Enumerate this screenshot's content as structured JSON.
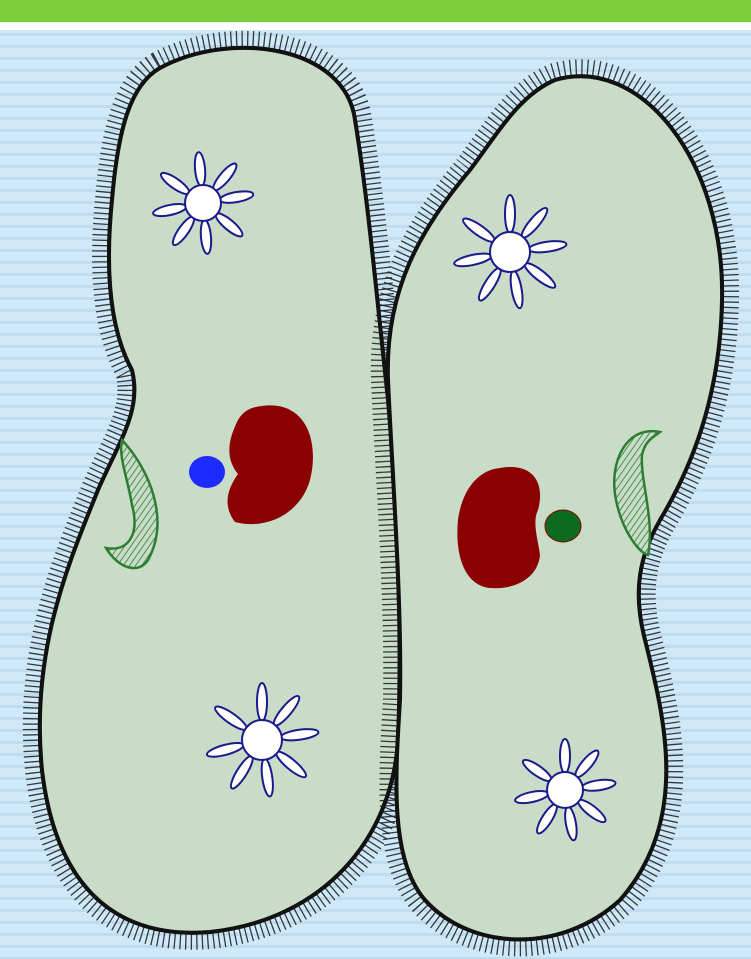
{
  "figure": {
    "subject": "paramecium-conjugation",
    "colors": {
      "header_bar": "#7ccf3a",
      "background": "#cfe9f8",
      "background_stripe": "#c0dcee",
      "cell_fill": "#c8dcc8",
      "cell_outline": "#111111",
      "cilia": "#1a1a1a",
      "macronucleus": "#8b0000",
      "micronucleus_left": "#1e2bff",
      "micronucleus_right": "#0b6b1e",
      "contractile_vacuole_stroke": "#1a1a8c",
      "contractile_vacuole_fill": "#ffffff",
      "oral_groove": "#2e7d32"
    },
    "icons": [
      "cell-body-left",
      "cell-body-right",
      "macronucleus",
      "micronucleus",
      "contractile-vacuole",
      "oral-groove",
      "cilia"
    ]
  }
}
